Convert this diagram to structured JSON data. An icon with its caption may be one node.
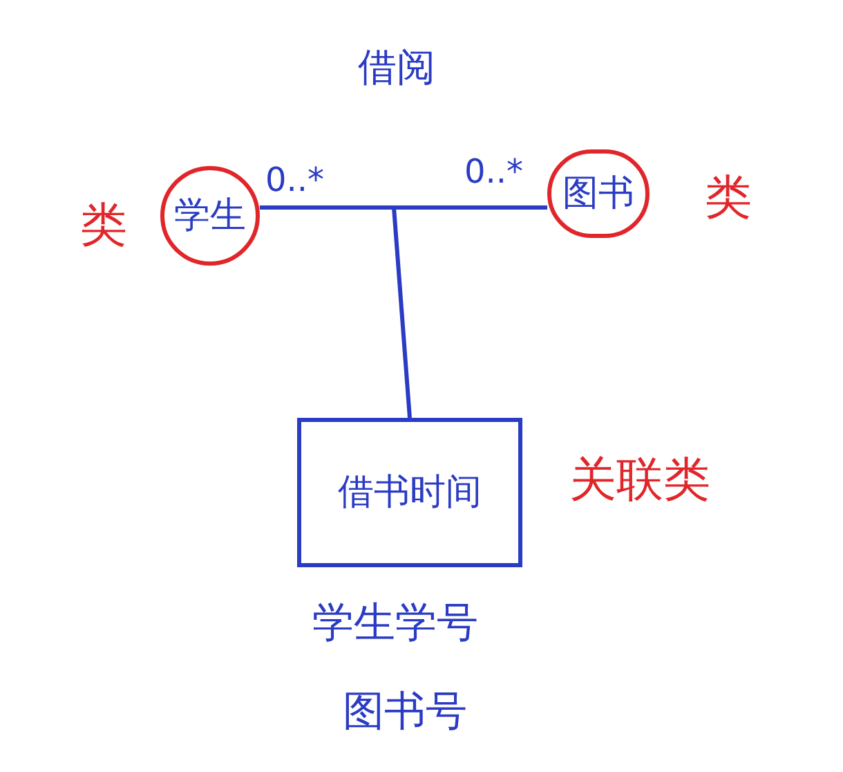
{
  "diagram": {
    "nodes": [
      {
        "text": [
          "学生"
        ],
        "beside": [
          "类"
        ]
      },
      {
        "text": [
          "图书"
        ],
        "beside": [
          "类"
        ]
      },
      {
        "text": [
          "借书时间"
        ],
        "beside": [
          "关联类"
        ]
      }
    ],
    "edges": [
      {
        "from": 0,
        "to": 1,
        "arrow": "none",
        "label": "借阅"
      },
      {
        "from": null,
        "to": 2,
        "arrow": "none"
      }
    ],
    "labels": [
      "0..*",
      "0..*",
      "学生学号",
      "图书号"
    ]
  }
}
